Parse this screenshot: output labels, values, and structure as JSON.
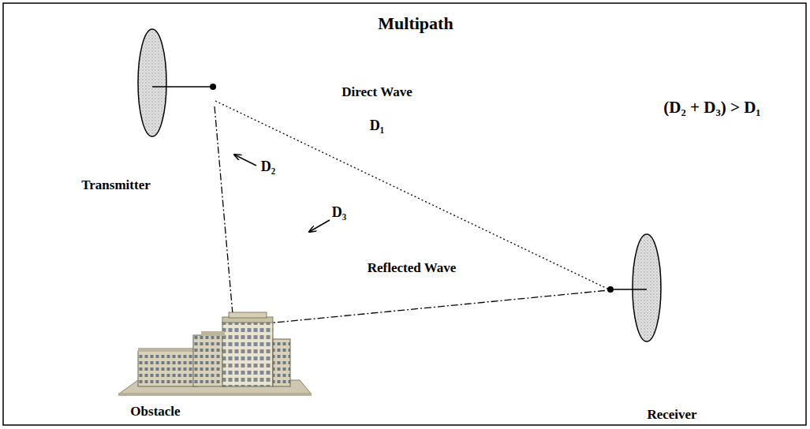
{
  "diagram": {
    "title": "Multipath",
    "labels": [
      "Direct Wave",
      "D₁",
      "(D₂ + D₃) > D₁",
      "Transmitter",
      "D₂",
      "D₃",
      "Reflected Wave",
      "Obstacle",
      "Receiver"
    ]
  }
}
